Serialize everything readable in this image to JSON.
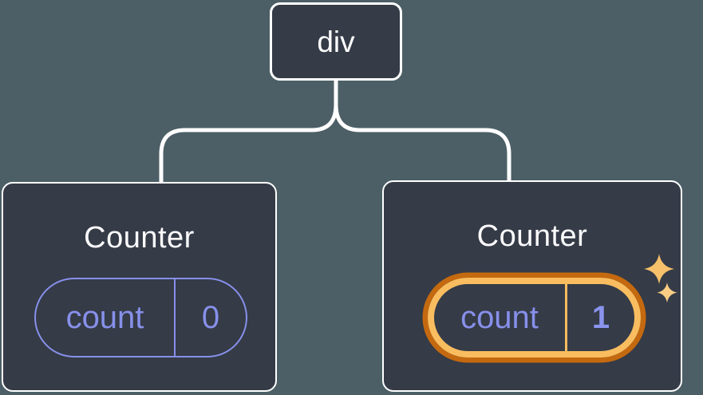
{
  "root_node": {
    "label": "div"
  },
  "counters": [
    {
      "title": "Counter",
      "state_key": "count",
      "state_value": "0",
      "highlighted": false
    },
    {
      "title": "Counter",
      "state_key": "count",
      "state_value": "1",
      "highlighted": true
    }
  ],
  "colors": {
    "background": "#4C5F66",
    "card_fill": "#353B47",
    "card_border": "#FFFFFF",
    "connector_line": "#FFFFFF",
    "state_purple": "#8790EA",
    "value_bold_purple": "#8A94EE",
    "highlight_ring_outer": "#C4690F",
    "highlight_ring_inner": "#F9BD60",
    "sparkle_large": "#F7C16B",
    "sparkle_small": "#FACD85"
  }
}
